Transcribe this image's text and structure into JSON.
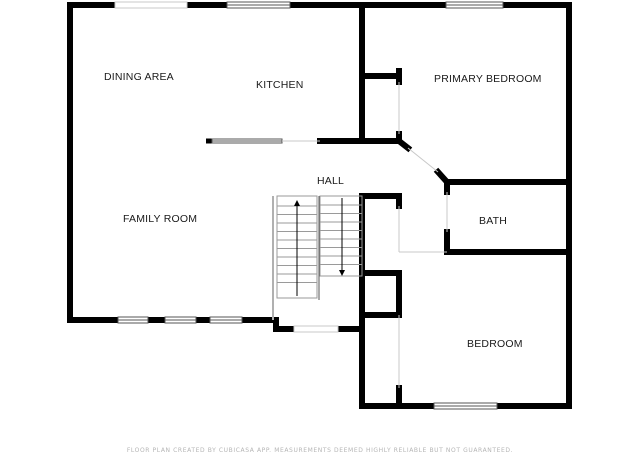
{
  "rooms": {
    "dining_area": "DINING AREA",
    "kitchen": "KITCHEN",
    "primary_bedroom": "PRIMARY BEDROOM",
    "hall": "HALL",
    "family_room": "FAMILY ROOM",
    "bath": "BATH",
    "bedroom": "BEDROOM"
  },
  "footer": {
    "disclaimer": "FLOOR PLAN CREATED BY CUBICASA APP. MEASUREMENTS DEEMED HIGHLY RELIABLE BUT NOT GUARANTEED."
  },
  "colors": {
    "wall": "#000000",
    "thin_line": "#9a9a9a",
    "window_frame": "#555555"
  }
}
